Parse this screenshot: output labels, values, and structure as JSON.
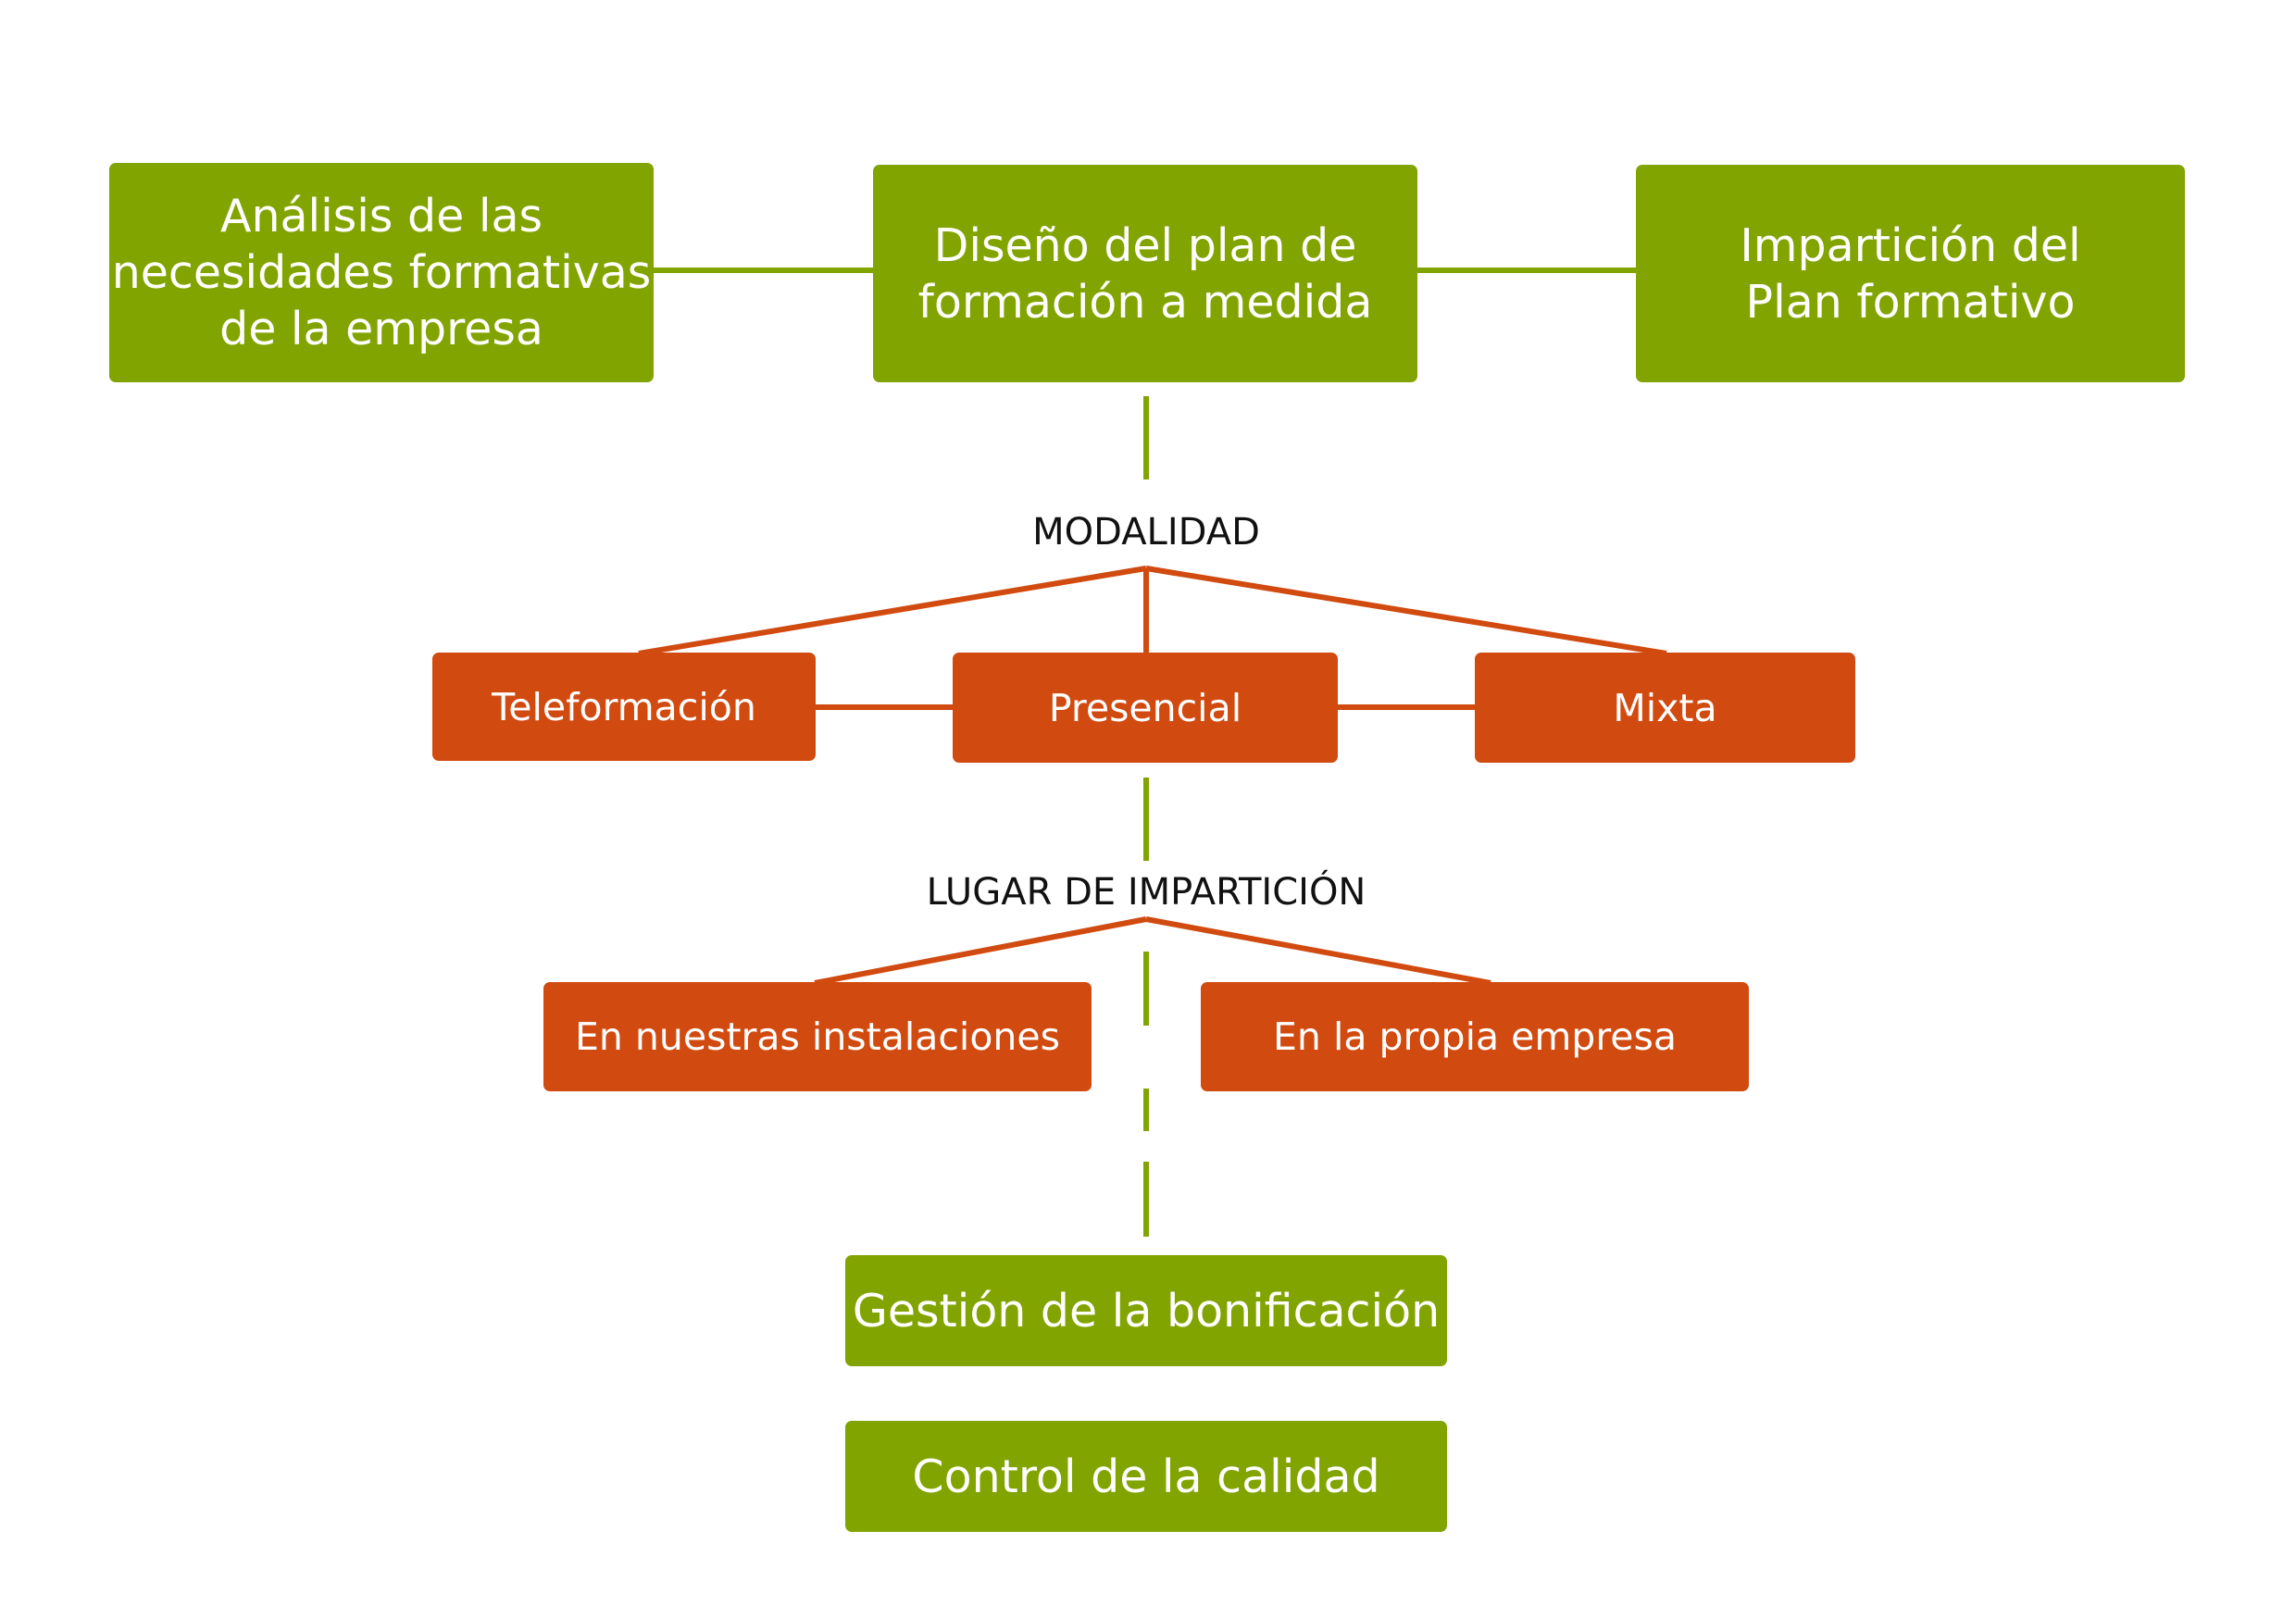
{
  "colors": {
    "green": "#82a401",
    "orange": "#d14a10",
    "label_text": "#111111"
  },
  "process": {
    "needs_analysis": "Análisis de las\nnecesidades formativas\nde la empresa",
    "plan_design": "Diseño del plan de\nformación a medida",
    "plan_delivery": "Impartición del\nPlan formativo"
  },
  "modality": {
    "heading": "MODALIDAD",
    "options": [
      "Teleformación",
      "Presencial",
      "Mixta"
    ]
  },
  "location": {
    "heading": "LUGAR DE IMPARTICIÓN",
    "options": [
      "En nuestras instalaciones",
      "En la propia empresa"
    ]
  },
  "final_steps": {
    "bonus_management": "Gestión de la bonificación",
    "quality_control": "Control de la calidad"
  }
}
